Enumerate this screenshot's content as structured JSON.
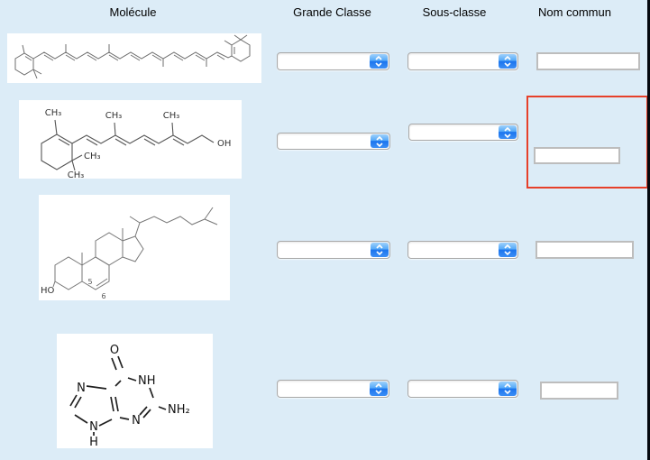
{
  "page": {
    "background_color": "#dcecf7",
    "right_edge_color": "#05080e",
    "highlight_color": "#e6402a"
  },
  "headers": {
    "molecule": "Molécule",
    "grande_classe": "Grande Classe",
    "sous_classe": "Sous-classe",
    "nom_commun": "Nom commun"
  },
  "rows": [
    {
      "grande_classe_value": "",
      "sous_classe_value": "",
      "nom_commun_value": ""
    },
    {
      "grande_classe_value": "",
      "sous_classe_value": "",
      "nom_commun_value": ""
    },
    {
      "grande_classe_value": "",
      "sous_classe_value": "",
      "nom_commun_value": ""
    },
    {
      "grande_classe_value": "",
      "sous_classe_value": "",
      "nom_commun_value": ""
    }
  ],
  "molecules": {
    "retinol_labels": {
      "ring_ch3": "CH₃",
      "chain_ch3_1": "CH₃",
      "chain_ch3_2": "CH₃",
      "gem_ch3_1": "CH₃",
      "gem_ch3_2": "CH₃",
      "oh": "OH"
    },
    "cholesterol_labels": {
      "ho": "HO",
      "c5": "5",
      "c6": "6"
    },
    "guanine_labels": {
      "o": "O",
      "n1h": "NH",
      "nh2": "NH₂",
      "n3": "N",
      "n7": "N",
      "n9": "N",
      "h": "H"
    }
  }
}
